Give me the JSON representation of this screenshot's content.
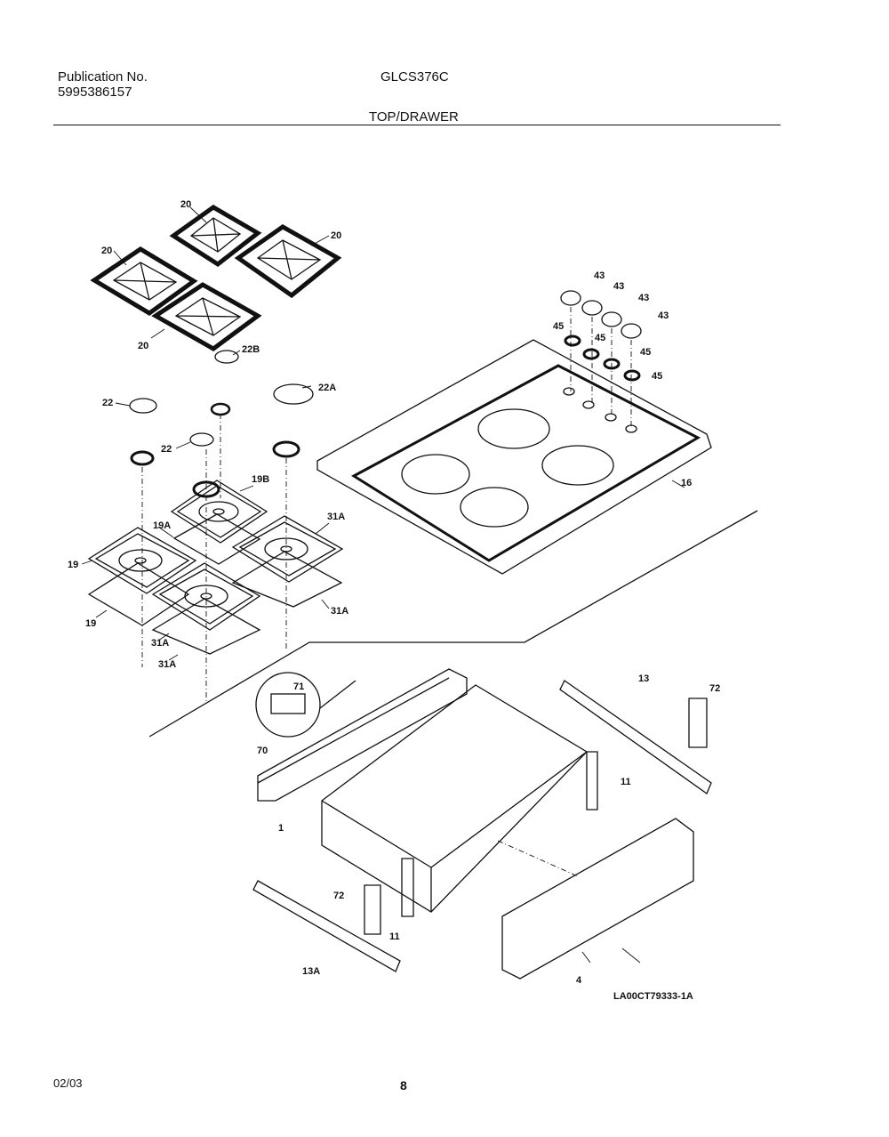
{
  "header": {
    "publication_label": "Publication No.",
    "publication_number": "5995386157",
    "model": "GLCS376C",
    "section_title": "TOP/DRAWER"
  },
  "diagram": {
    "drawing_number": "LA00CT79333-1A",
    "callouts": [
      "20",
      "20",
      "20",
      "20",
      "22B",
      "22",
      "22A",
      "22",
      "19B",
      "19A",
      "31A",
      "19",
      "31A",
      "19",
      "31A",
      "31A",
      "43",
      "43",
      "43",
      "43",
      "45",
      "45",
      "45",
      "45",
      "16",
      "71",
      "72",
      "13",
      "70",
      "11",
      "1",
      "72",
      "11",
      "13A",
      "4"
    ]
  },
  "footer": {
    "date": "02/03",
    "page": "8"
  }
}
